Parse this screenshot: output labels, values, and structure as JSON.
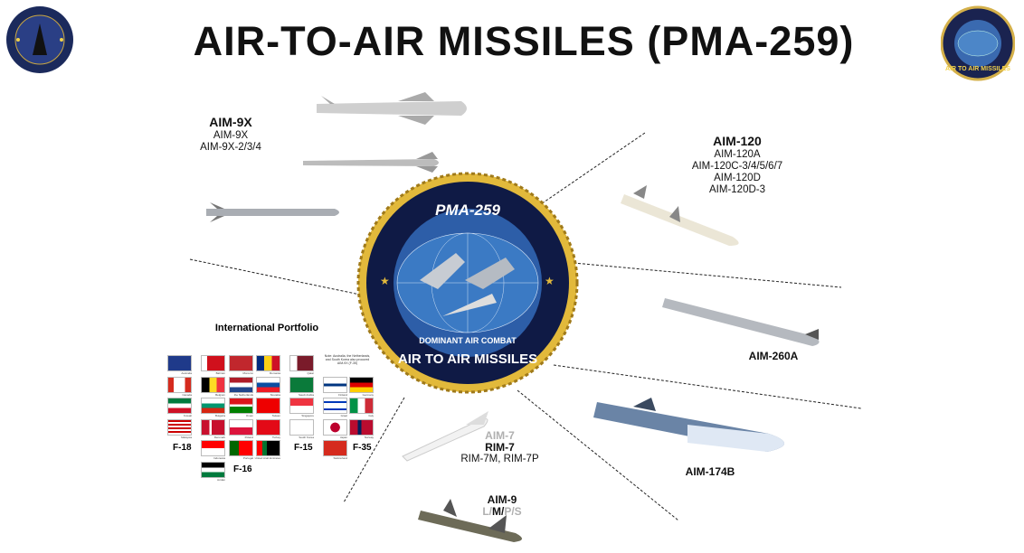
{
  "title": "AIR-TO-AIR MISSILES (PMA-259)",
  "logos": {
    "left": "PEO(U&W) seal",
    "right": "PMA-259 Air to Air Missiles",
    "right_text": "AIR TO AIR MISSILES"
  },
  "emblem": {
    "top": "PMA-259",
    "middle": "DOMINANT AIR COMBAT",
    "bottom": "AIR TO AIR MISSILES"
  },
  "aim9x": {
    "heading": "AIM-9X",
    "lines": [
      "AIM-9X",
      "AIM-9X-2/3/4"
    ]
  },
  "aim120": {
    "heading": "AIM-120",
    "lines": [
      "AIM-120A",
      "AIM-120C-3/4/5/6/7",
      "AIM-120D",
      "AIM-120D-3"
    ]
  },
  "aim260": {
    "heading": "AIM-260A"
  },
  "aim174": {
    "heading": "AIM-174B"
  },
  "rim7": {
    "grey": "AIM-7",
    "heading": "RIM-7",
    "lines": [
      "RIM-7M, RIM-7P"
    ]
  },
  "aim9": {
    "heading": "AIM-9",
    "variants": {
      "l": "L/",
      "m": "M/",
      "ps": "P/S"
    }
  },
  "portfolio": {
    "heading": "International Portfolio",
    "note": "Note: Australia, the Netherlands, and South Korea also procured AIM-9X (F-35)",
    "platforms": [
      "F-18",
      "F-16",
      "F-15",
      "F-35"
    ],
    "countries": [
      "Australia",
      "Bahrain",
      "Morocco",
      "Romania",
      "Qatar",
      "Canada",
      "Belgium",
      "the Netherlands",
      "Slovakia",
      "Saudi Arabia",
      "Finland",
      "Germany",
      "Kuwait",
      "Bulgaria",
      "Oman",
      "Taiwan",
      "Singapore",
      "Israel",
      "Italy",
      "Malaysia",
      "Denmark",
      "Poland",
      "Turkey",
      "South Korea",
      "Japan",
      "Norway",
      "Indonesia",
      "Portugal",
      "United Arab Emirates",
      "Switzerland",
      "Jordan"
    ]
  }
}
